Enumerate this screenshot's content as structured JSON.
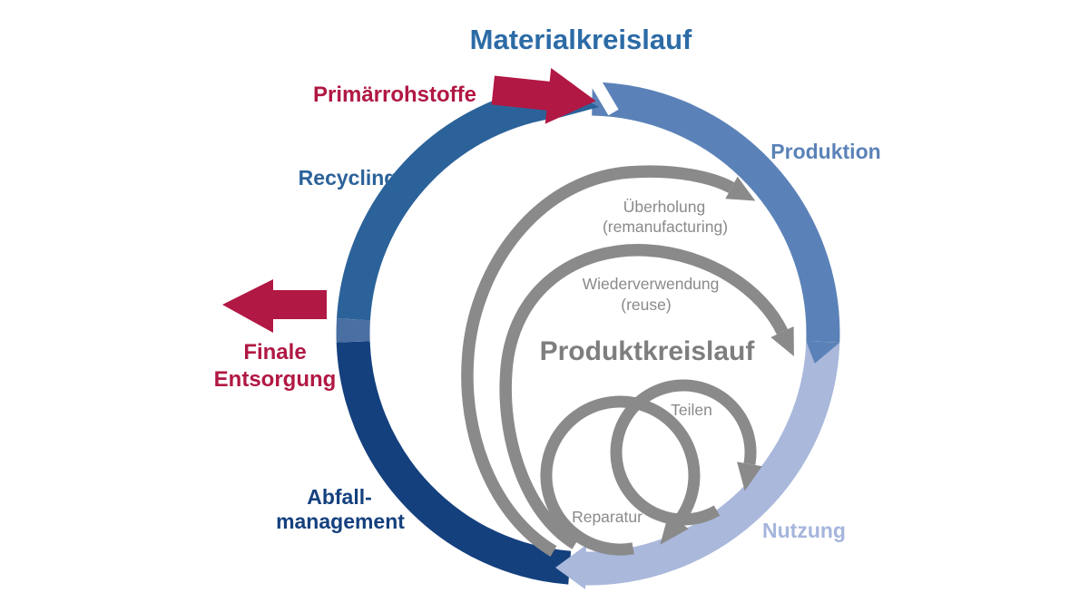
{
  "diagram": {
    "title": "Materialkreislauf",
    "inner_title": "Produktkreislauf",
    "external_flows": {
      "input": "Primärrohstoffe",
      "output_line1": "Finale",
      "output_line2": "Entsorgung"
    },
    "material_stages": {
      "recycling": "Recycling",
      "production": "Produktion",
      "use": "Nutzung",
      "waste_line1": "Abfall-",
      "waste_line2": "management"
    },
    "product_loops": {
      "overhaul": "Überholung",
      "overhaul_sub": "(remanufacturing)",
      "reuse": "Wiederverwendung",
      "reuse_sub": "(reuse)",
      "sharing": "Teilen",
      "repair": "Reparatur"
    }
  },
  "colors": {
    "title_blue": "#2C6BA6",
    "recycling_blue": "#2B629A",
    "production_blue": "#5B82B8",
    "use_blue": "#A9B8DB",
    "use_label_blue": "#A5B5DC",
    "waste_navy": "#14407E",
    "transition_blue": "#4A6FA3",
    "red": "#B11843",
    "gray": "#8A8A8A",
    "inner_title_gray": "#7E7E7E"
  }
}
